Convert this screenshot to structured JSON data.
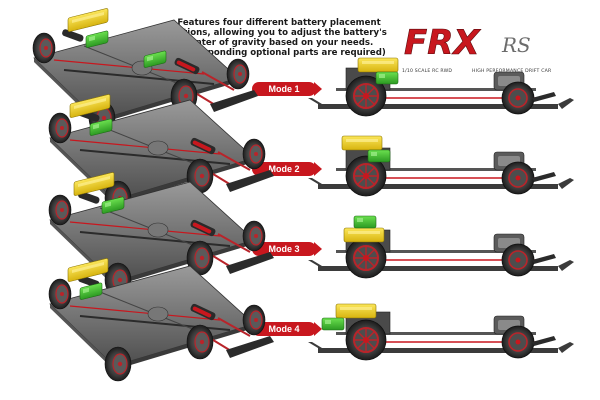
{
  "description": {
    "line1": "Features four different battery placement",
    "line2": "options, allowing you to adjust the battery's",
    "line3": "center of gravity based on your needs.",
    "line4": "(Corresponding optional parts are required)"
  },
  "brand": {
    "logo_main": "FRX",
    "logo_suffix": "RS",
    "tagline_left": "1/10 SCALE RC RWD",
    "tagline_right": "HIGH PERFORMANCE DRIFT CAR",
    "red": "#c8171e"
  },
  "modes": [
    {
      "label": "Mode 1"
    },
    {
      "label": "Mode 2"
    },
    {
      "label": "Mode 3"
    },
    {
      "label": "Mode 4"
    }
  ],
  "colors": {
    "battery": "#f1d21a",
    "electronics": "#3bbf2c",
    "chassis": "#6b6b6b",
    "tire": "#3a3a3a",
    "rim": "#b9242a"
  }
}
